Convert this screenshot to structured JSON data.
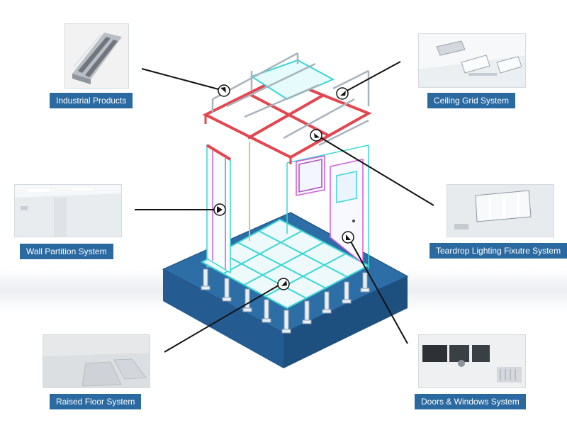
{
  "callouts": [
    {
      "id": "industrial",
      "label": "Industrial Products",
      "icon": "steel-strut-channel-photo"
    },
    {
      "id": "ceiling",
      "label": "Ceiling Grid System",
      "icon": "ceiling-grid-photo"
    },
    {
      "id": "wall",
      "label": "Wall Partition System",
      "icon": "wall-partition-photo"
    },
    {
      "id": "lighting",
      "label": "Teardrop Lighting Fixutre System",
      "icon": "teardrop-light-photo"
    },
    {
      "id": "floor",
      "label": "Raised Floor System",
      "icon": "raised-floor-photo"
    },
    {
      "id": "doors",
      "label": "Doors & Windows System",
      "icon": "doors-windows-photo"
    }
  ],
  "colors": {
    "label_bg": "#2b69a1",
    "base_top": "#2e6ea7",
    "base_side": "#1d4f7f",
    "frame_red": "#e2474f",
    "frame_cyan": "#3ad6d6",
    "frame_pink": "#d35ad8"
  }
}
